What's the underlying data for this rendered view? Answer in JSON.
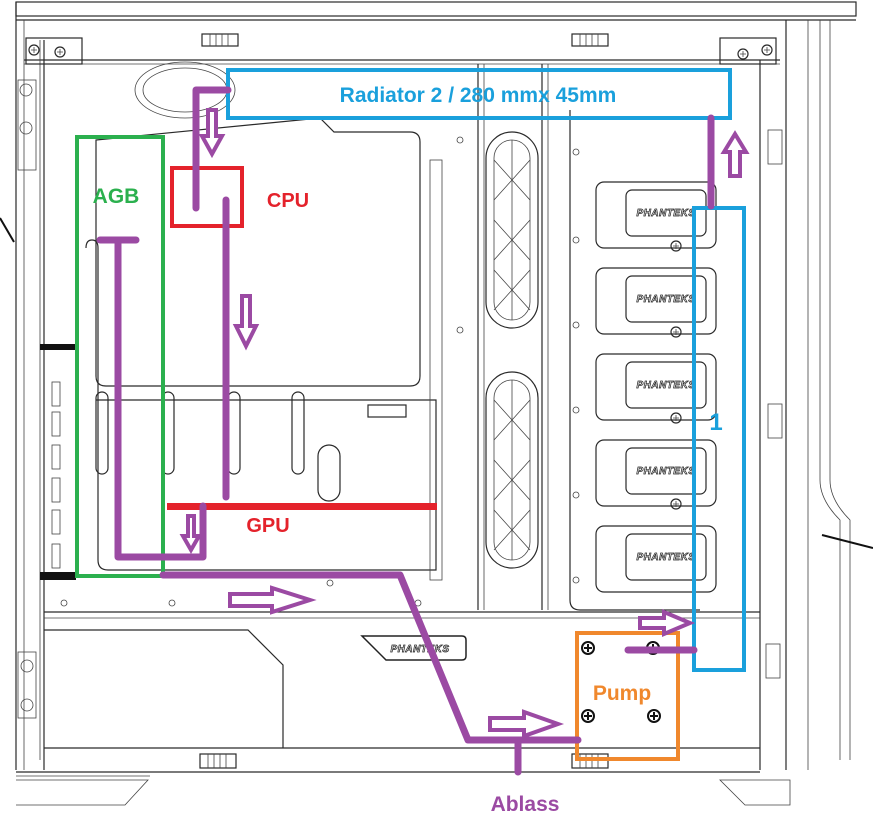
{
  "diagram": {
    "title": "Wasserkühlung Schlauchführung (Gehäuse Seitenansicht)",
    "brand_label": "PHANTEKS",
    "colors": {
      "loop": "#9b4aa3",
      "radiator": "#1aa0dc",
      "reservoir": "#2bb04e",
      "components": "#e4222b",
      "pump": "#f0882d",
      "outline": "#2a2a2a"
    },
    "labels": {
      "radiator": "Radiator 2 / 280 mmx 45mm",
      "reservoir": "AGB",
      "cpu": "CPU",
      "gpu": "GPU",
      "pump": "Pump",
      "drain": "Ablass",
      "radiator_front": "1"
    },
    "components": [
      {
        "id": "radiator-2",
        "label": "Radiator 2 / 280 mmx 45mm",
        "position": "top"
      },
      {
        "id": "radiator-1",
        "label": "1",
        "position": "front"
      },
      {
        "id": "reservoir",
        "label": "AGB",
        "position": "rear"
      },
      {
        "id": "cpu",
        "label": "CPU",
        "position": "upper-middle"
      },
      {
        "id": "gpu",
        "label": "GPU",
        "position": "middle"
      },
      {
        "id": "pump",
        "label": "Pump",
        "position": "bottom-front"
      },
      {
        "id": "drain",
        "label": "Ablass",
        "position": "bottom"
      }
    ],
    "flow_order": [
      "Pump",
      "1",
      "Radiator 2 / 280 mmx 45mm",
      "CPU",
      "GPU",
      "AGB",
      "Ablass",
      "Pump"
    ],
    "drive_bays_count": 5
  }
}
